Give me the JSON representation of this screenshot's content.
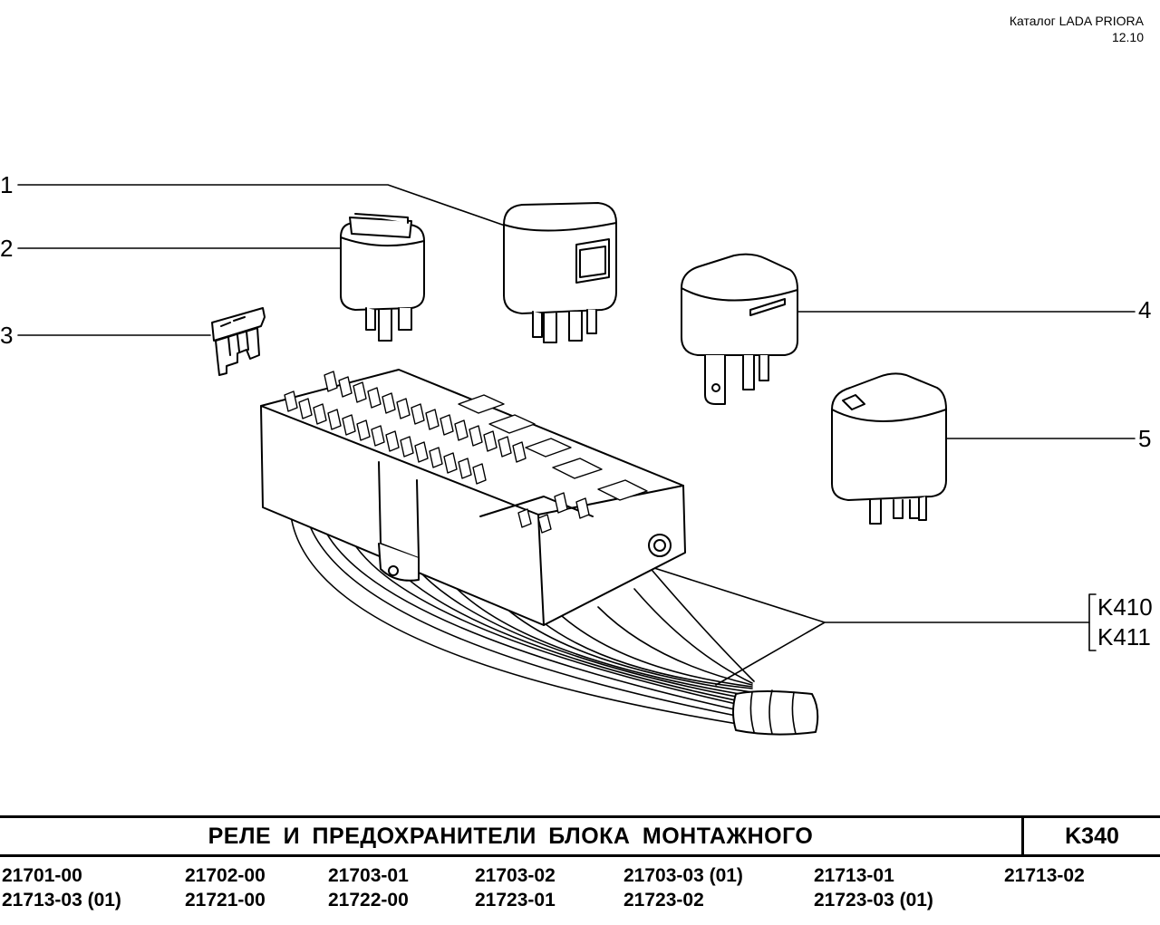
{
  "header": {
    "catalog": "Каталог  LADA PRIORA",
    "date": "12.10"
  },
  "callouts": {
    "c1": "1",
    "c2": "2",
    "c3": "3",
    "c4": "4",
    "c5": "5",
    "k410": "K410",
    "k411": "K411"
  },
  "title_block": {
    "title": "РЕЛЕ  И  ПРЕДОХРАНИТЕЛИ  БЛОКА  МОНТАЖНОГО",
    "code": "K340"
  },
  "models": {
    "row1": [
      "21701-00",
      "21702-00",
      "21703-01",
      "21703-02",
      "21703-03 (01)",
      "21713-01",
      "21713-02"
    ],
    "row2": [
      "21713-03 (01)",
      "21721-00",
      "21722-00",
      "21723-01",
      "21723-02",
      "21723-03 (01)"
    ]
  }
}
